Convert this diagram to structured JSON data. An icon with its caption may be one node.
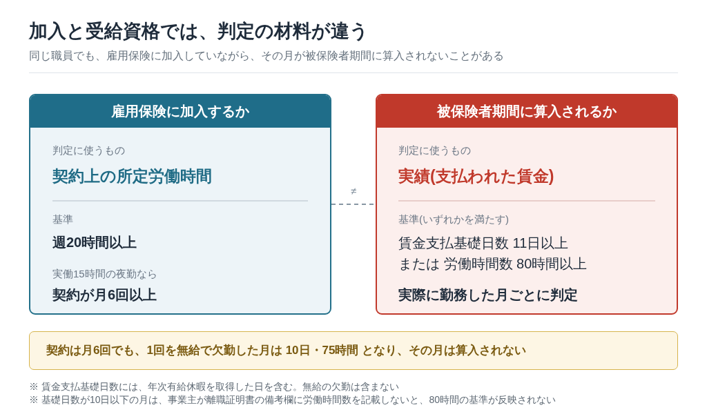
{
  "diagram": {
    "title": "加入と受給資格では、判定の材料が違う",
    "nodes": [
      {
        "text": [
          "雇用保険に加入するか",
          "判定に使うもの",
          "契約上の所定労働時間",
          "基準",
          "週20時間以上",
          "実働15時間の夜勤なら",
          "契約が月6回以上"
        ]
      },
      {
        "text": [
          "被保険者期間に算入されるか",
          "判定に使うもの",
          "実績(支払われた賃金)",
          "基準(いずれかを満たす)",
          "賃金支払基礎日数 11日以上",
          "または 労働時間数 80時間以上",
          "実際に勤務した月ごとに判定"
        ]
      },
      {
        "text": [
          "契約は月6回でも、1回を無給で欠勤した月は 10日・75時間 となり、その月は算入されない"
        ]
      }
    ],
    "edges": [
      {
        "from": 0,
        "to": 1,
        "arrow": "none",
        "style": "dashed",
        "label": "≠"
      }
    ],
    "labels": [
      "同じ職員でも、雇用保険に加入していながら、その月が被保険者期間に算入されないことがある",
      "※ 賃金支払基礎日数には、年次有給休暇を取得した日を含む。無給の欠勤は含まない",
      "※ 基礎日数が10日以下の月は、事業主が離職証明書の備考欄に労働時間数を記載しないと、80時間の基準が反映されない"
    ]
  }
}
